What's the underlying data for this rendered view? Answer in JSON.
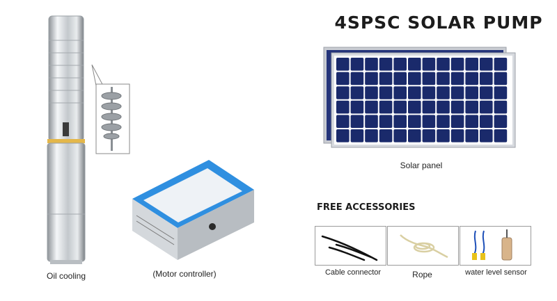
{
  "title": "4SPSC SOLAR PUMP",
  "captions": {
    "pump": "Oil cooling",
    "controller": "(Motor controller)",
    "panel": "Solar panel"
  },
  "accessories": {
    "heading": "FREE ACCESSORIES",
    "items": [
      {
        "label": "Cable connector"
      },
      {
        "label": "Rope"
      },
      {
        "label": "water level sensor"
      }
    ]
  },
  "colors": {
    "controller_blue": "#2f8fe0",
    "panel_cell": "#1a2a6b",
    "steel": "#c8ccd0",
    "sensor_yellow": "#e8c21a",
    "sensor_blue": "#1d4fb8"
  }
}
